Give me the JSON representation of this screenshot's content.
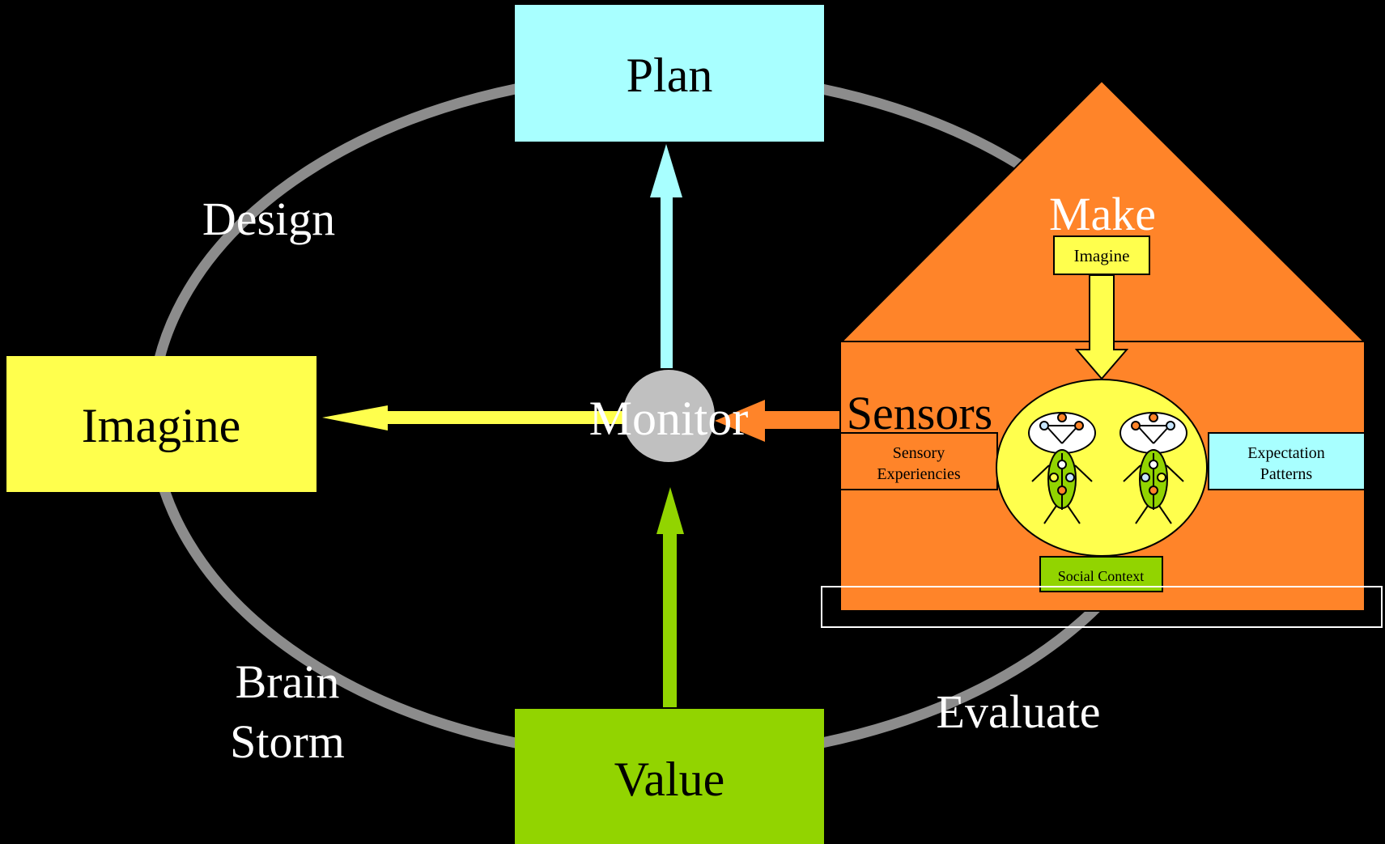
{
  "nodes": {
    "plan": "Plan",
    "imagine": "Imagine",
    "value": "Value",
    "monitor": "Monitor"
  },
  "cycle_labels": {
    "design": "Design",
    "brain": "Brain",
    "storm": "Storm",
    "evaluate": "Evaluate"
  },
  "house": {
    "make": "Make",
    "imagine": "Imagine",
    "sensors": "Sensors",
    "sensory_line1": "Sensory",
    "sensory_line2": "Experiencies",
    "expectation_line1": "Expectation",
    "expectation_line2": "Patterns",
    "social": "Social Context"
  },
  "colors": {
    "plan": "#a8ffff",
    "imagine": "#ffff4d",
    "value": "#92d400",
    "monitor": "#c0c0c0",
    "house": "#ff8429",
    "cycle": "#8c8c8c",
    "background": "#000000"
  }
}
